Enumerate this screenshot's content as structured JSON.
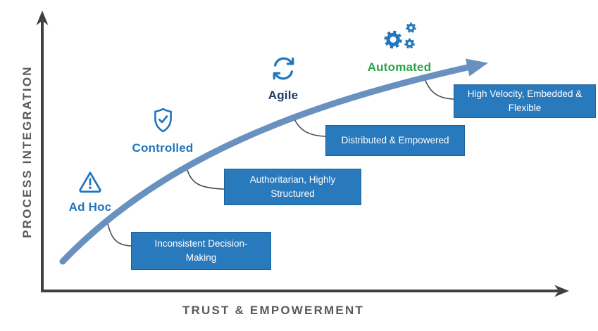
{
  "axes": {
    "y_label": "PROCESS INTEGRATION",
    "x_label": "TRUST & EMPOWERMENT"
  },
  "stages": [
    {
      "label": "Ad Hoc",
      "icon": "warning-triangle-icon",
      "callout": "Inconsistent Decision-Making"
    },
    {
      "label": "Controlled",
      "icon": "shield-check-icon",
      "callout": "Authoritarian, Highly Structured"
    },
    {
      "label": "Agile",
      "icon": "sync-arrows-icon",
      "callout": "Distributed & Empowered"
    },
    {
      "label": "Automated",
      "icon": "gears-icon",
      "callout": "High Velocity, Embedded & Flexible"
    }
  ],
  "colors": {
    "stage_label_blue": "#2176bd",
    "stage_label_navy": "#1d3c63",
    "stage_label_green": "#28a347",
    "icon_blue": "#2176bd",
    "curve_blue": "#6991bf",
    "callout_fill": "#2979bd",
    "callout_border": "#1d6298",
    "callout_text": "#ffffff",
    "axis_color": "#3f3f3f",
    "axis_label_color": "#58595b",
    "connector_color": "#4a4a4a"
  }
}
